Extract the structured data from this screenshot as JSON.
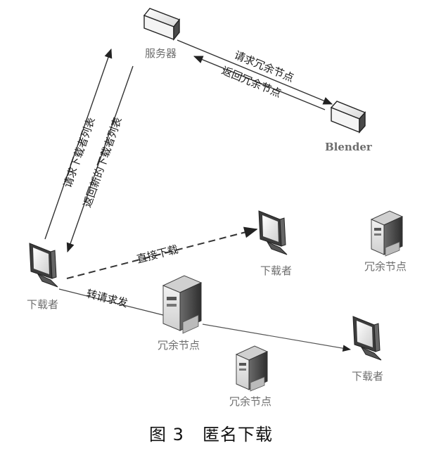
{
  "nodes": {
    "server": "服务器",
    "blender": "Blender",
    "downloader_main": "下载者",
    "downloader_mid": "下载者",
    "downloader_right": "下载者",
    "redundant_top": "冗余节点",
    "redundant_mid": "冗余节点",
    "redundant_bottom": "冗余节点"
  },
  "edges": {
    "request_redundant": "请求冗余节点",
    "return_redundant": "返回冗余节点",
    "request_list": "请求下载者列表",
    "return_new_list": "返回新的下载者列表",
    "direct_download": "直接下载",
    "forward_request": "转请求发"
  },
  "caption": {
    "figure_number": "图 3",
    "title": "匿名下载"
  },
  "colors": {
    "line": "#333333",
    "label_gray": "#6e6e6e",
    "device_dark": "#3a3a3a",
    "device_light": "#e6e6e6"
  }
}
